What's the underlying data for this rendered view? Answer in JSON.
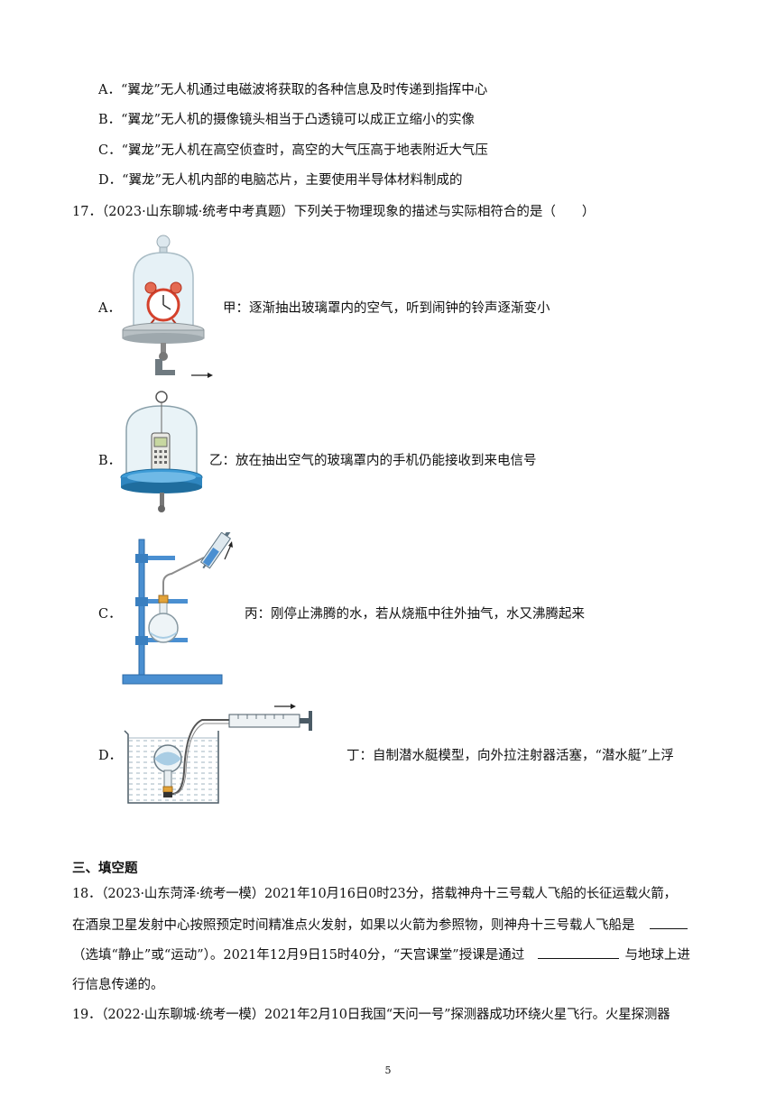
{
  "q16_options": {
    "A": "A．“翼龙”无人机通过电磁波将获取的各种信息及时传递到指挥中心",
    "B": "B．“翼龙”无人机的摄像镜头相当于凸透镜可以成正立缩小的实像",
    "C": "C．“翼龙”无人机在高空侦查时，高空的大气压高于地表附近大气压",
    "D": "D．“翼龙”无人机内部的电脑芯片，主要使用半导体材料制成的"
  },
  "q17": {
    "stem": "17．（2023·山东聊城·统考中考真题）下列关于物理现象的描述与实际相符合的是（　　）",
    "options": [
      {
        "label": "A．",
        "caption": "甲：逐渐抽出玻璃罩内的空气，听到闹钟的铃声逐渐变小"
      },
      {
        "label": "B．",
        "caption": "乙：放在抽出空气的玻璃罩内的手机仍能接收到来电信号"
      },
      {
        "label": "C．",
        "caption": "丙：刚停止沸腾的水，若从烧瓶中往外抽气，水又沸腾起来"
      },
      {
        "label": "D．",
        "caption": "丁：自制潜水艇模型，向外拉注射器活塞，“潜水艇”上浮"
      }
    ]
  },
  "section3": "三、填空题",
  "q18": {
    "line1": "18．（2023·山东菏泽·统考一模）2021年10月16日0时23分，搭载神舟十三号载人飞船的长征运载火箭，",
    "line2": "在酒泉卫星发射中心按照预定时间精准点火发射，如果以火箭为参照物，则神舟十三号载人飞船是",
    "line3a": "（选填“静止”或“运动”）。2021年12月9日15时40分，“天宫课堂”授课是通过",
    "line3b": "与地球上进",
    "line4": "行信息传递的。"
  },
  "q19": {
    "line1": "19．（2022·山东聊城·统考一模）2021年2月10日我国“天问一号”探测器成功环绕火星飞行。火星探测器"
  },
  "page_number": "5"
}
